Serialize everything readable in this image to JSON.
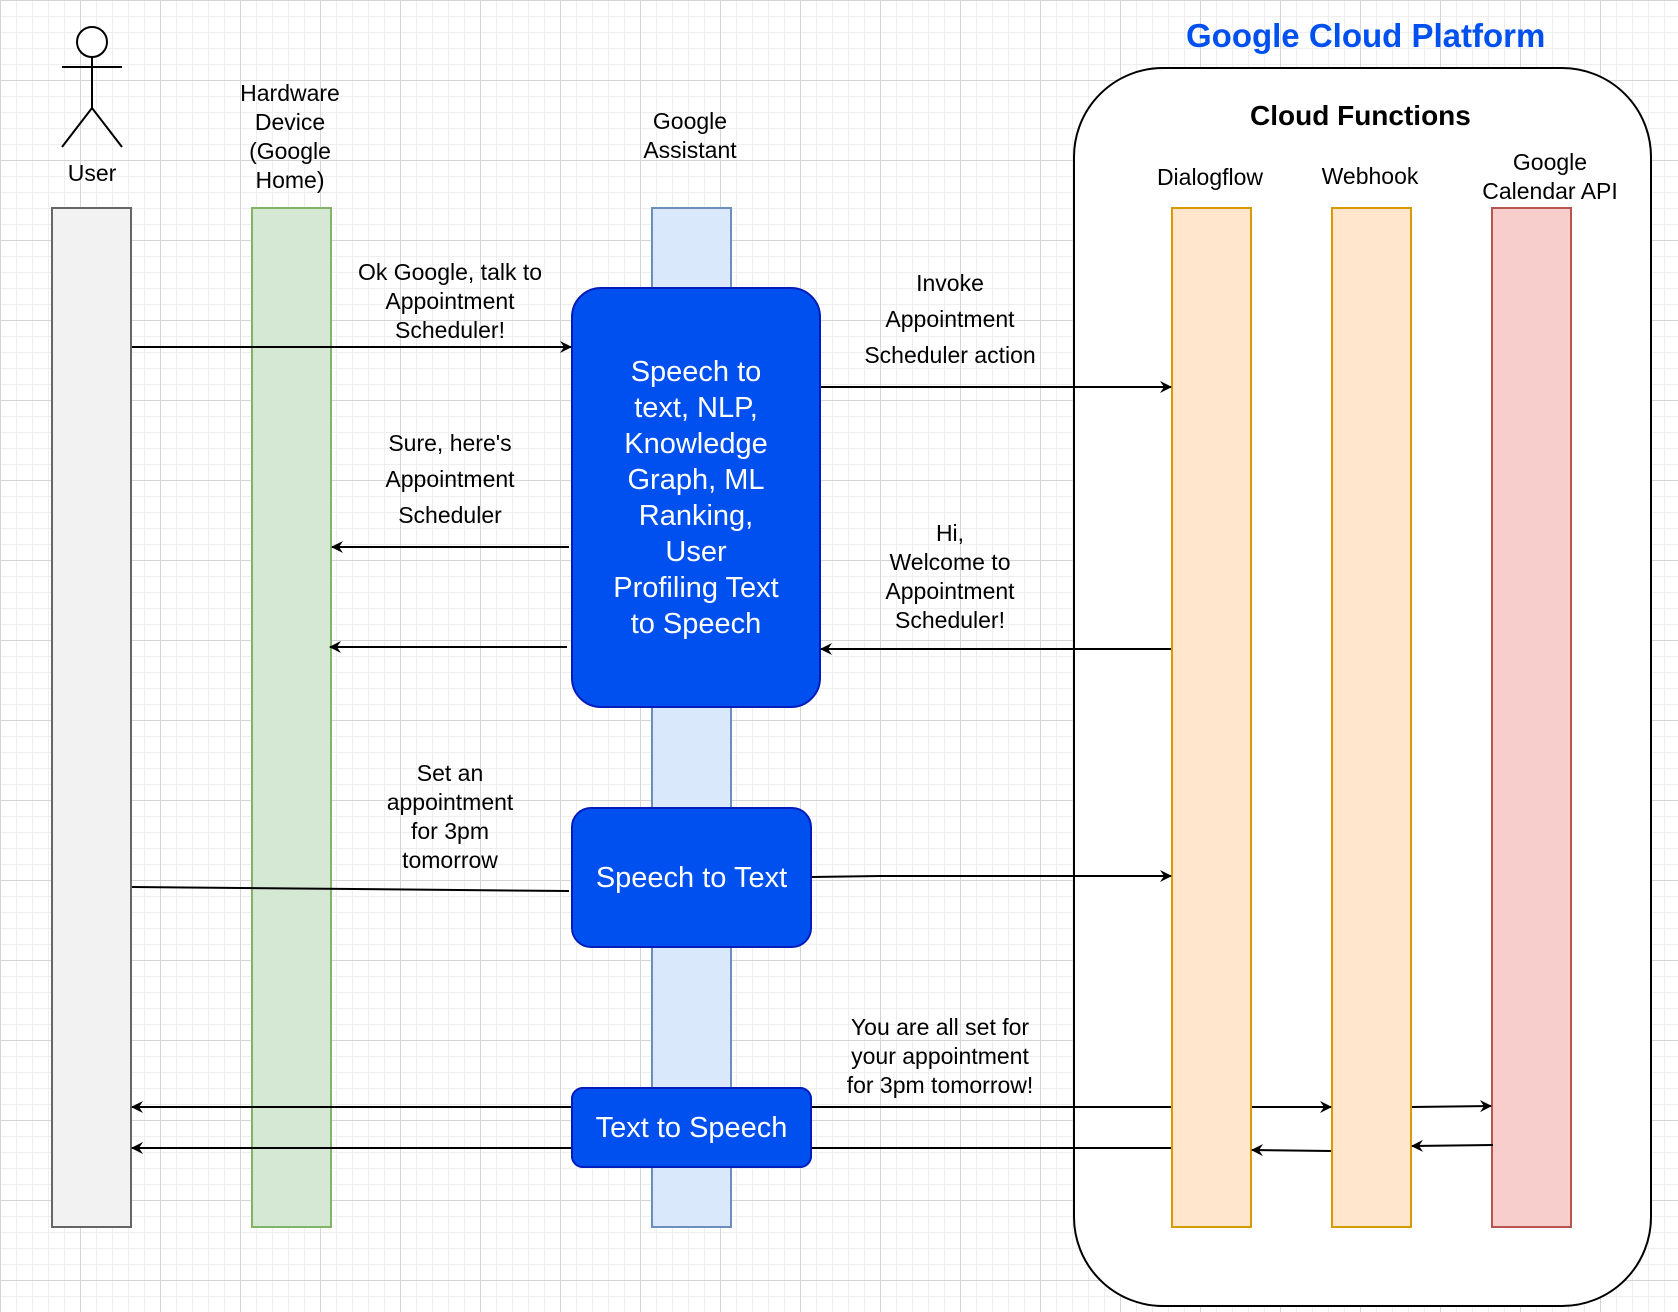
{
  "actors": {
    "user": "User",
    "hardware": "Hardware\nDevice\n(Google\nHome)",
    "assistant": "Google\nAssistant"
  },
  "gcp": {
    "title": "Google Cloud Platform",
    "functions_title": "Cloud Functions",
    "dialogflow": "Dialogflow",
    "webhook": "Webhook",
    "calendar": "Google\nCalendar API"
  },
  "processes": {
    "nlp": "Speech to\ntext, NLP,\nKnowledge\nGraph, ML\nRanking,\nUser\nProfiling Text\nto Speech",
    "stt": "Speech to Text",
    "tts": "Text to Speech"
  },
  "messages": {
    "m1": "Ok Google, talk to\nAppointment\nScheduler!",
    "m2": "Invoke\nAppointment\nScheduler action",
    "m3": "Sure, here's\nAppointment\nScheduler",
    "m4": "Hi,\nWelcome to\nAppointment\nScheduler!",
    "m5": "Set an\nappointment\nfor 3pm\ntomorrow",
    "m6": "You are all set for\nyour appointment\nfor 3pm tomorrow!"
  },
  "colors": {
    "user_fill": "#f2f2f2",
    "user_stroke": "#666666",
    "hw_fill": "#d5e8d4",
    "hw_stroke": "#82b366",
    "assistant_fill": "#dae8fc",
    "assistant_stroke": "#6c8ebf",
    "orange_fill": "#ffe6cc",
    "orange_stroke": "#d79b00",
    "red_fill": "#f8cecc",
    "red_stroke": "#b85450",
    "process_fill": "#0050ef",
    "gcp_title": "#0050ef"
  }
}
